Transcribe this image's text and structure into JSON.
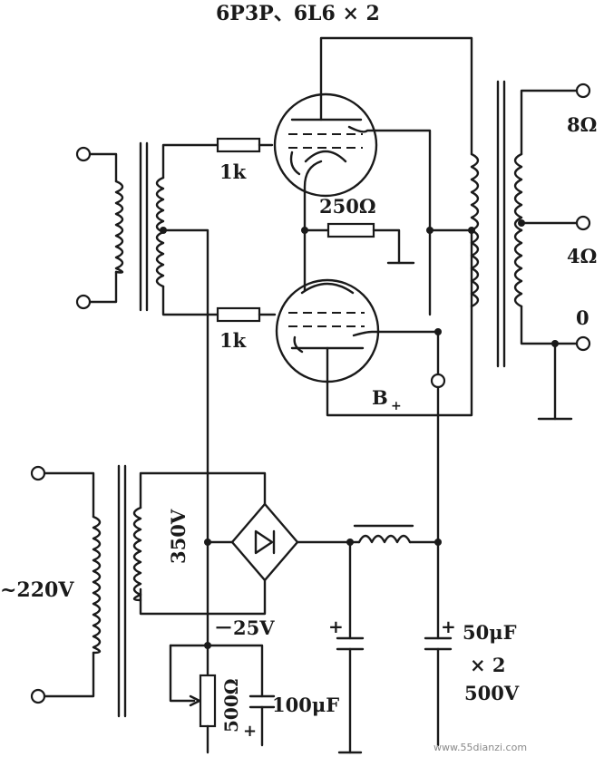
{
  "title": "6P3P、6L6 × 2",
  "labels": {
    "in_grid_r_top": "1k",
    "in_grid_r_bottom": "1k",
    "cathode_r": "250Ω",
    "out_8": "8Ω",
    "out_4": "4Ω",
    "out_0": "0",
    "b_plus": "B",
    "b_plus_sub": "+",
    "mains": "~220V",
    "secondary_v": "350V",
    "bias_v": "－25V",
    "pot": "500Ω",
    "bias_cap": "100μF",
    "filter_cap_1": "50μF",
    "filter_cap_2": "× 2",
    "filter_cap_3": "500V",
    "plus_sign": "+"
  },
  "watermark": "www.55dianzi.com"
}
